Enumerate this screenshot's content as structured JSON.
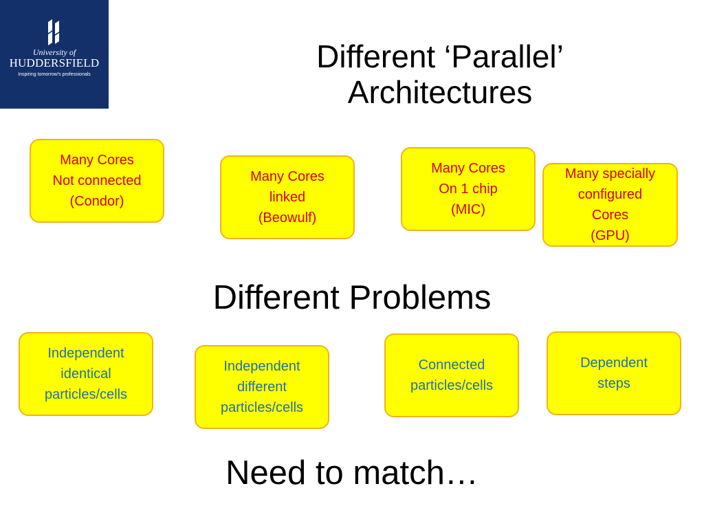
{
  "logo": {
    "line1": "University of",
    "line2": "HUDDERSFIELD",
    "line3": "Inspiring tomorrow's professionals",
    "background": "#13306b"
  },
  "title": {
    "line1": "Different ‘Parallel’",
    "line2": "Architectures"
  },
  "architectures": [
    {
      "label": "Many Cores\nNot connected\n(Condor)"
    },
    {
      "label": "Many Cores\nlinked\n(Beowulf)"
    },
    {
      "label": "Many Cores\nOn 1 chip\n(MIC)"
    },
    {
      "label": "Many  specially\nconfigured\nCores\n(GPU)"
    }
  ],
  "problems_heading": "Different Problems",
  "problems": [
    {
      "label": "Independent\nidentical\nparticles/cells"
    },
    {
      "label": "Independent\ndifferent\nparticles/cells"
    },
    {
      "label": "Connected\nparticles/cells"
    },
    {
      "label": "Dependent\nsteps"
    }
  ],
  "conclusion": "Need to match…",
  "colors": {
    "box_fill": "#ffff00",
    "box_border": "#f2b21a",
    "architecture_text": "#d2001a",
    "problem_text": "#1f6fa8"
  }
}
